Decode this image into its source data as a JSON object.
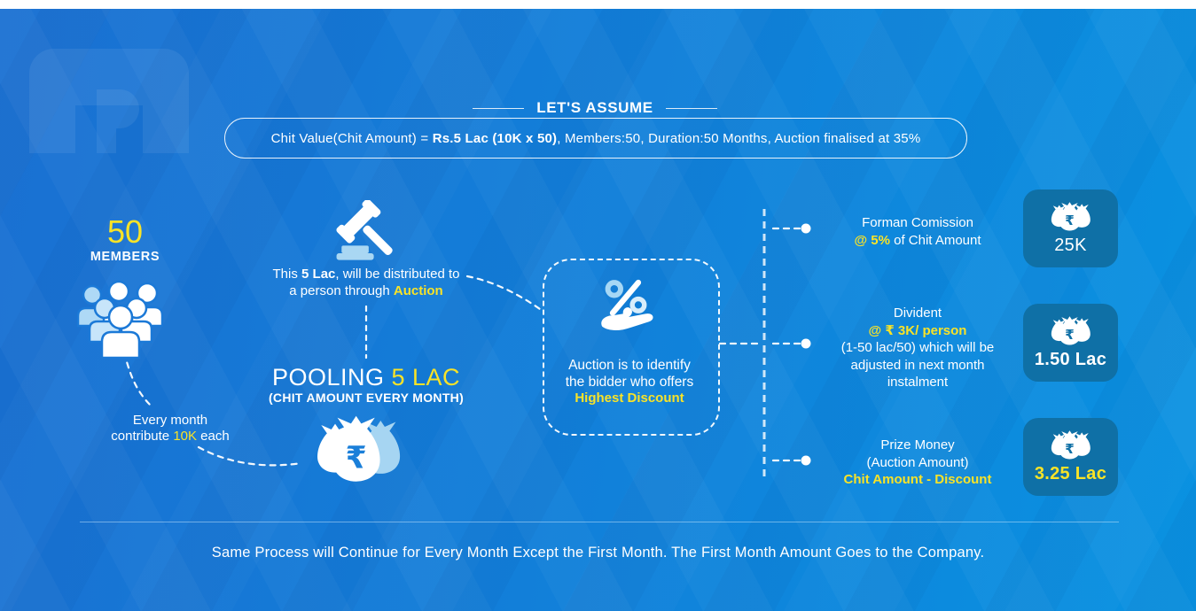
{
  "theme": {
    "background_left": "#1a70d2",
    "background_right": "#0992e1",
    "accent_yellow": "#f9e327",
    "badge_background": "#0f70a6",
    "icon_light_blue": "#a9d7f3",
    "text_white": "#ffffff"
  },
  "header": {
    "title": "LET'S ASSUME",
    "assumption": {
      "prefix": "Chit Value(Chit Amount) = ",
      "bold": "Rs.5 Lac (10K x 50)",
      "suffix": ", Members:50, Duration:50 Months, Auction finalised at 35%"
    }
  },
  "members": {
    "count": "50",
    "label": "MEMBERS",
    "note": {
      "line1": "Every month",
      "line2_prefix": "contribute ",
      "line2_highlight": "10K",
      "line2_suffix": " each"
    }
  },
  "pooling": {
    "note": {
      "line1_prefix": "This ",
      "line1_bold": "5 Lac",
      "line1_suffix": ", will be distributed to",
      "line2_prefix": "a person through ",
      "line2_highlight": "Auction"
    },
    "title_white": "POOLING ",
    "title_yellow": "5 LAC",
    "subtitle": "(CHIT AMOUNT EVERY MONTH)"
  },
  "auction_box": {
    "line1": "Auction is to identify",
    "line2": "the bidder who offers",
    "highlight": "Highest Discount"
  },
  "outcomes": {
    "commission": {
      "title": "Forman Comission",
      "highlight": "@ 5%",
      "rest": " of Chit Amount",
      "badge_value": "25K"
    },
    "dividend": {
      "title": "Divident",
      "highlight": "@ ₹ 3K/ person",
      "line2": "(1-50 lac/50) which will be",
      "line3": "adjusted in next month",
      "line4": "instalment",
      "badge_value": "1.50 Lac"
    },
    "prize": {
      "title": "Prize Money",
      "line2": "(Auction Amount)",
      "highlight": "Chit Amount - Discount",
      "badge_value": "3.25 Lac"
    }
  },
  "footer": {
    "note": "Same Process will Continue for Every Month Except the First Month. The First Month Amount Goes to the Company."
  },
  "icons": {
    "members": "people-group-icon",
    "auction": "gavel-icon",
    "pooling": "money-bags-icon",
    "discount": "percent-hand-icon",
    "badge": "money-bag-icon"
  }
}
